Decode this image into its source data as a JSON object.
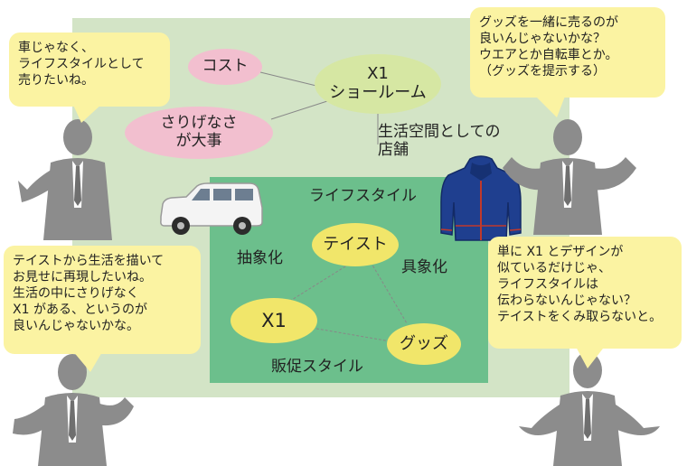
{
  "concepts": {
    "showroom": "X1\nショールーム",
    "cost": "コスト",
    "subtle": "さりげなさ\nが大事",
    "living_space": "生活空間としての\n店舗",
    "lifestyle": "ライフスタイル",
    "taste": "テイスト",
    "abstraction": "抽象化",
    "concretization": "具象化",
    "x1": "X1",
    "goods": "グッズ",
    "sales_style": "販促スタイル"
  },
  "speech": {
    "top_left": "車じゃなく、\nライフスタイルとして\n売りたいね。",
    "top_right": "グッズを一緒に売るのが\n良いんじゃないかな？\nウエアとか自転車とか。\n（グッズを提示する）",
    "bottom_left": "テイストから生活を描いて\nお見せに再現したいね。\n生活の中にさりげなく\nX1 がある、というのが\n良いんじゃないかな。",
    "bottom_right": "単に X1 とデザインが\n似ているだけじゃ、\nライフスタイルは\n伝わらないんじゃない？\nテイストをくみ取らないと。"
  },
  "icons": [
    "car-icon",
    "jacket-icon",
    "person-icon"
  ],
  "colors": {
    "board": "#d3e4c6",
    "inner": "#6cbf8c",
    "pink": "#f2bfcf",
    "yellow": "#f1e66a",
    "bubble": "#fbf3a2",
    "person": "#8c8c8c"
  }
}
